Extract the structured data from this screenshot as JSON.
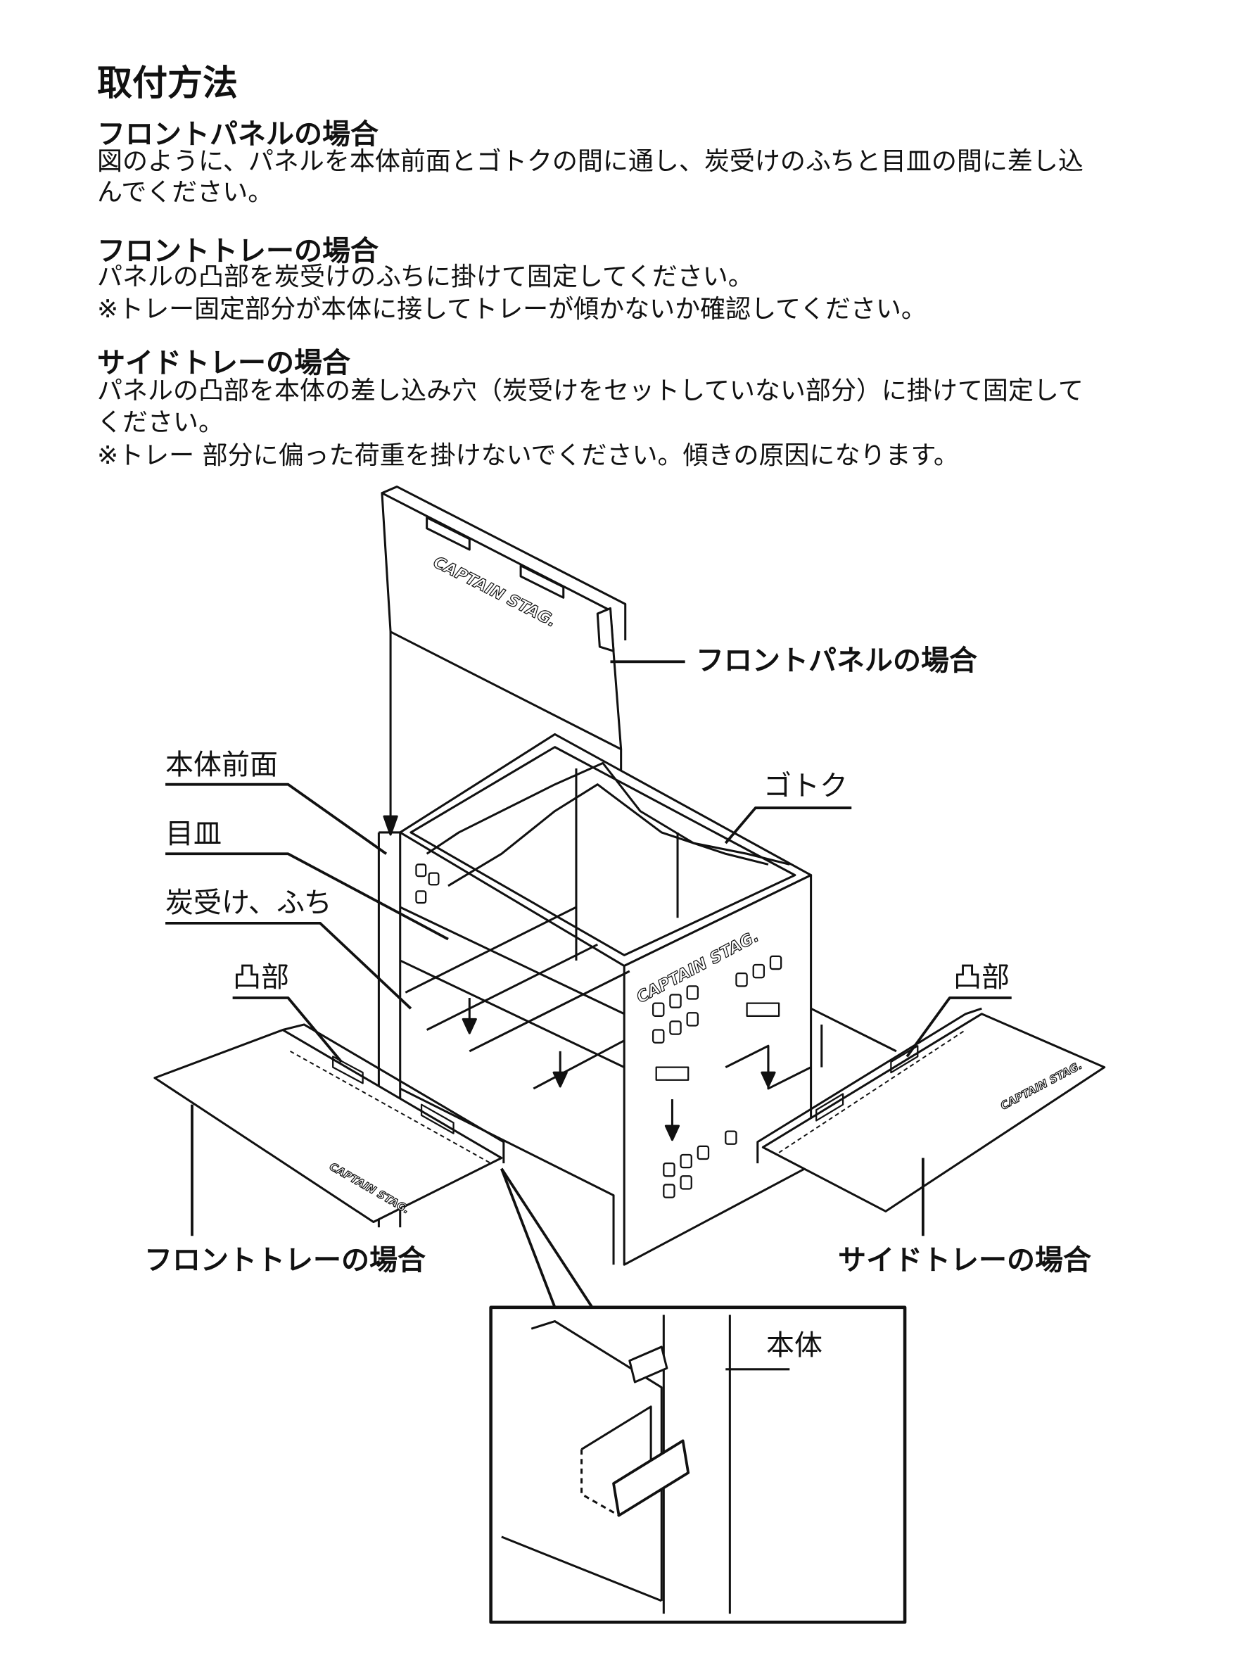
{
  "title": "取付方法",
  "sections": [
    {
      "heading": "フロントパネルの場合",
      "lines": [
        "図のように、パネルを本体前面とゴトクの間に通し、炭受けのふちと目皿の間に差し込",
        "んでください。"
      ]
    },
    {
      "heading": "フロントトレーの場合",
      "lines": [
        "パネルの凸部を炭受けのふちに掛けて固定してください。",
        "※トレー固定部分が本体に接してトレーが傾かないか確認してください。"
      ]
    },
    {
      "heading": "サイドトレーの場合",
      "lines": [
        "パネルの凸部を本体の差し込み穴（炭受けをセットしていない部分）に掛けて固定して",
        "ください。",
        "※トレー 部分に偏った荷重を掛けないでください。傾きの原因になります。"
      ]
    }
  ],
  "diagram": {
    "labels": {
      "front_panel": "フロントパネルの場合",
      "body_front": "本体前面",
      "gotoku": "ゴトク",
      "grate": "目皿",
      "charcoal_rim": "炭受け、ふち",
      "tab_left": "凸部",
      "tab_right": "凸部",
      "front_tray": "フロントトレーの場合",
      "side_tray": "サイドトレーの場合",
      "inset_body": "本体"
    },
    "logo_text": "CAPTAIN STAG."
  }
}
